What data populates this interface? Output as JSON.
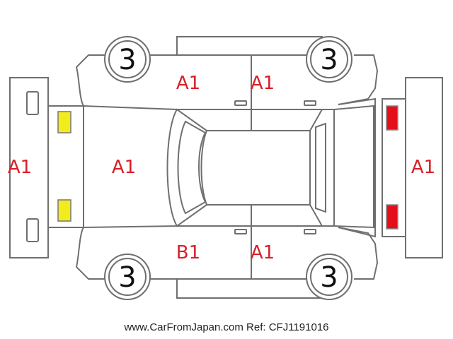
{
  "colors": {
    "line": "#6f6f6f",
    "damage_code": "#d8202a",
    "front_lamp": "#f2ec1c",
    "rear_lamp": "#e3101c",
    "tire_number": "#111111"
  },
  "damage_codes": {
    "front_bumper": "A1",
    "hood": "A1",
    "left_front_door": "A1",
    "left_rear_door": "A1",
    "right_front_door": "B1",
    "right_rear_door": "A1",
    "rear_bumper": "A1"
  },
  "tires": {
    "front_left": "3",
    "rear_left": "3",
    "front_right": "3",
    "rear_right": "3"
  },
  "footer": {
    "site": "www.CarFromJapan.com",
    "reference": "Ref: CFJ1191016"
  }
}
